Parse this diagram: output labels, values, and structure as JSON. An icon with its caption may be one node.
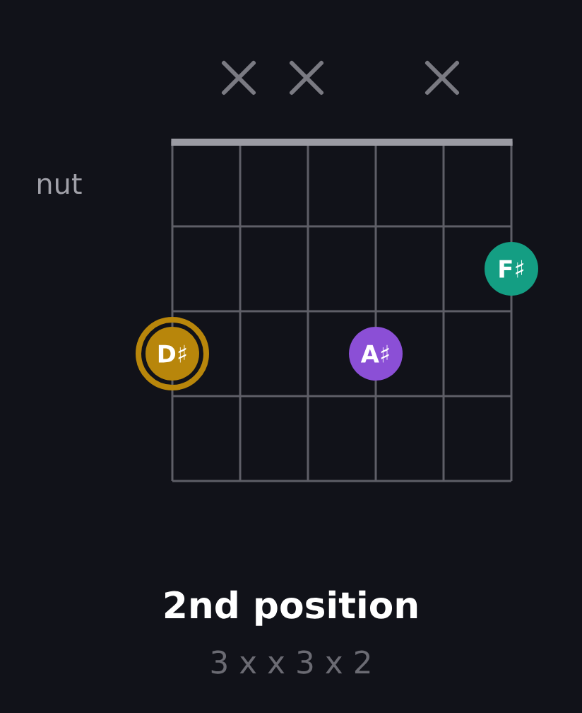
{
  "diagram": {
    "title": "2nd position",
    "nodes": [
      {
        "text": [
          "D♯"
        ]
      },
      {
        "text": [
          "A♯"
        ]
      },
      {
        "text": [
          "F♯"
        ]
      }
    ],
    "labels": [
      "nut",
      "3 x x 3 x 2"
    ]
  }
}
